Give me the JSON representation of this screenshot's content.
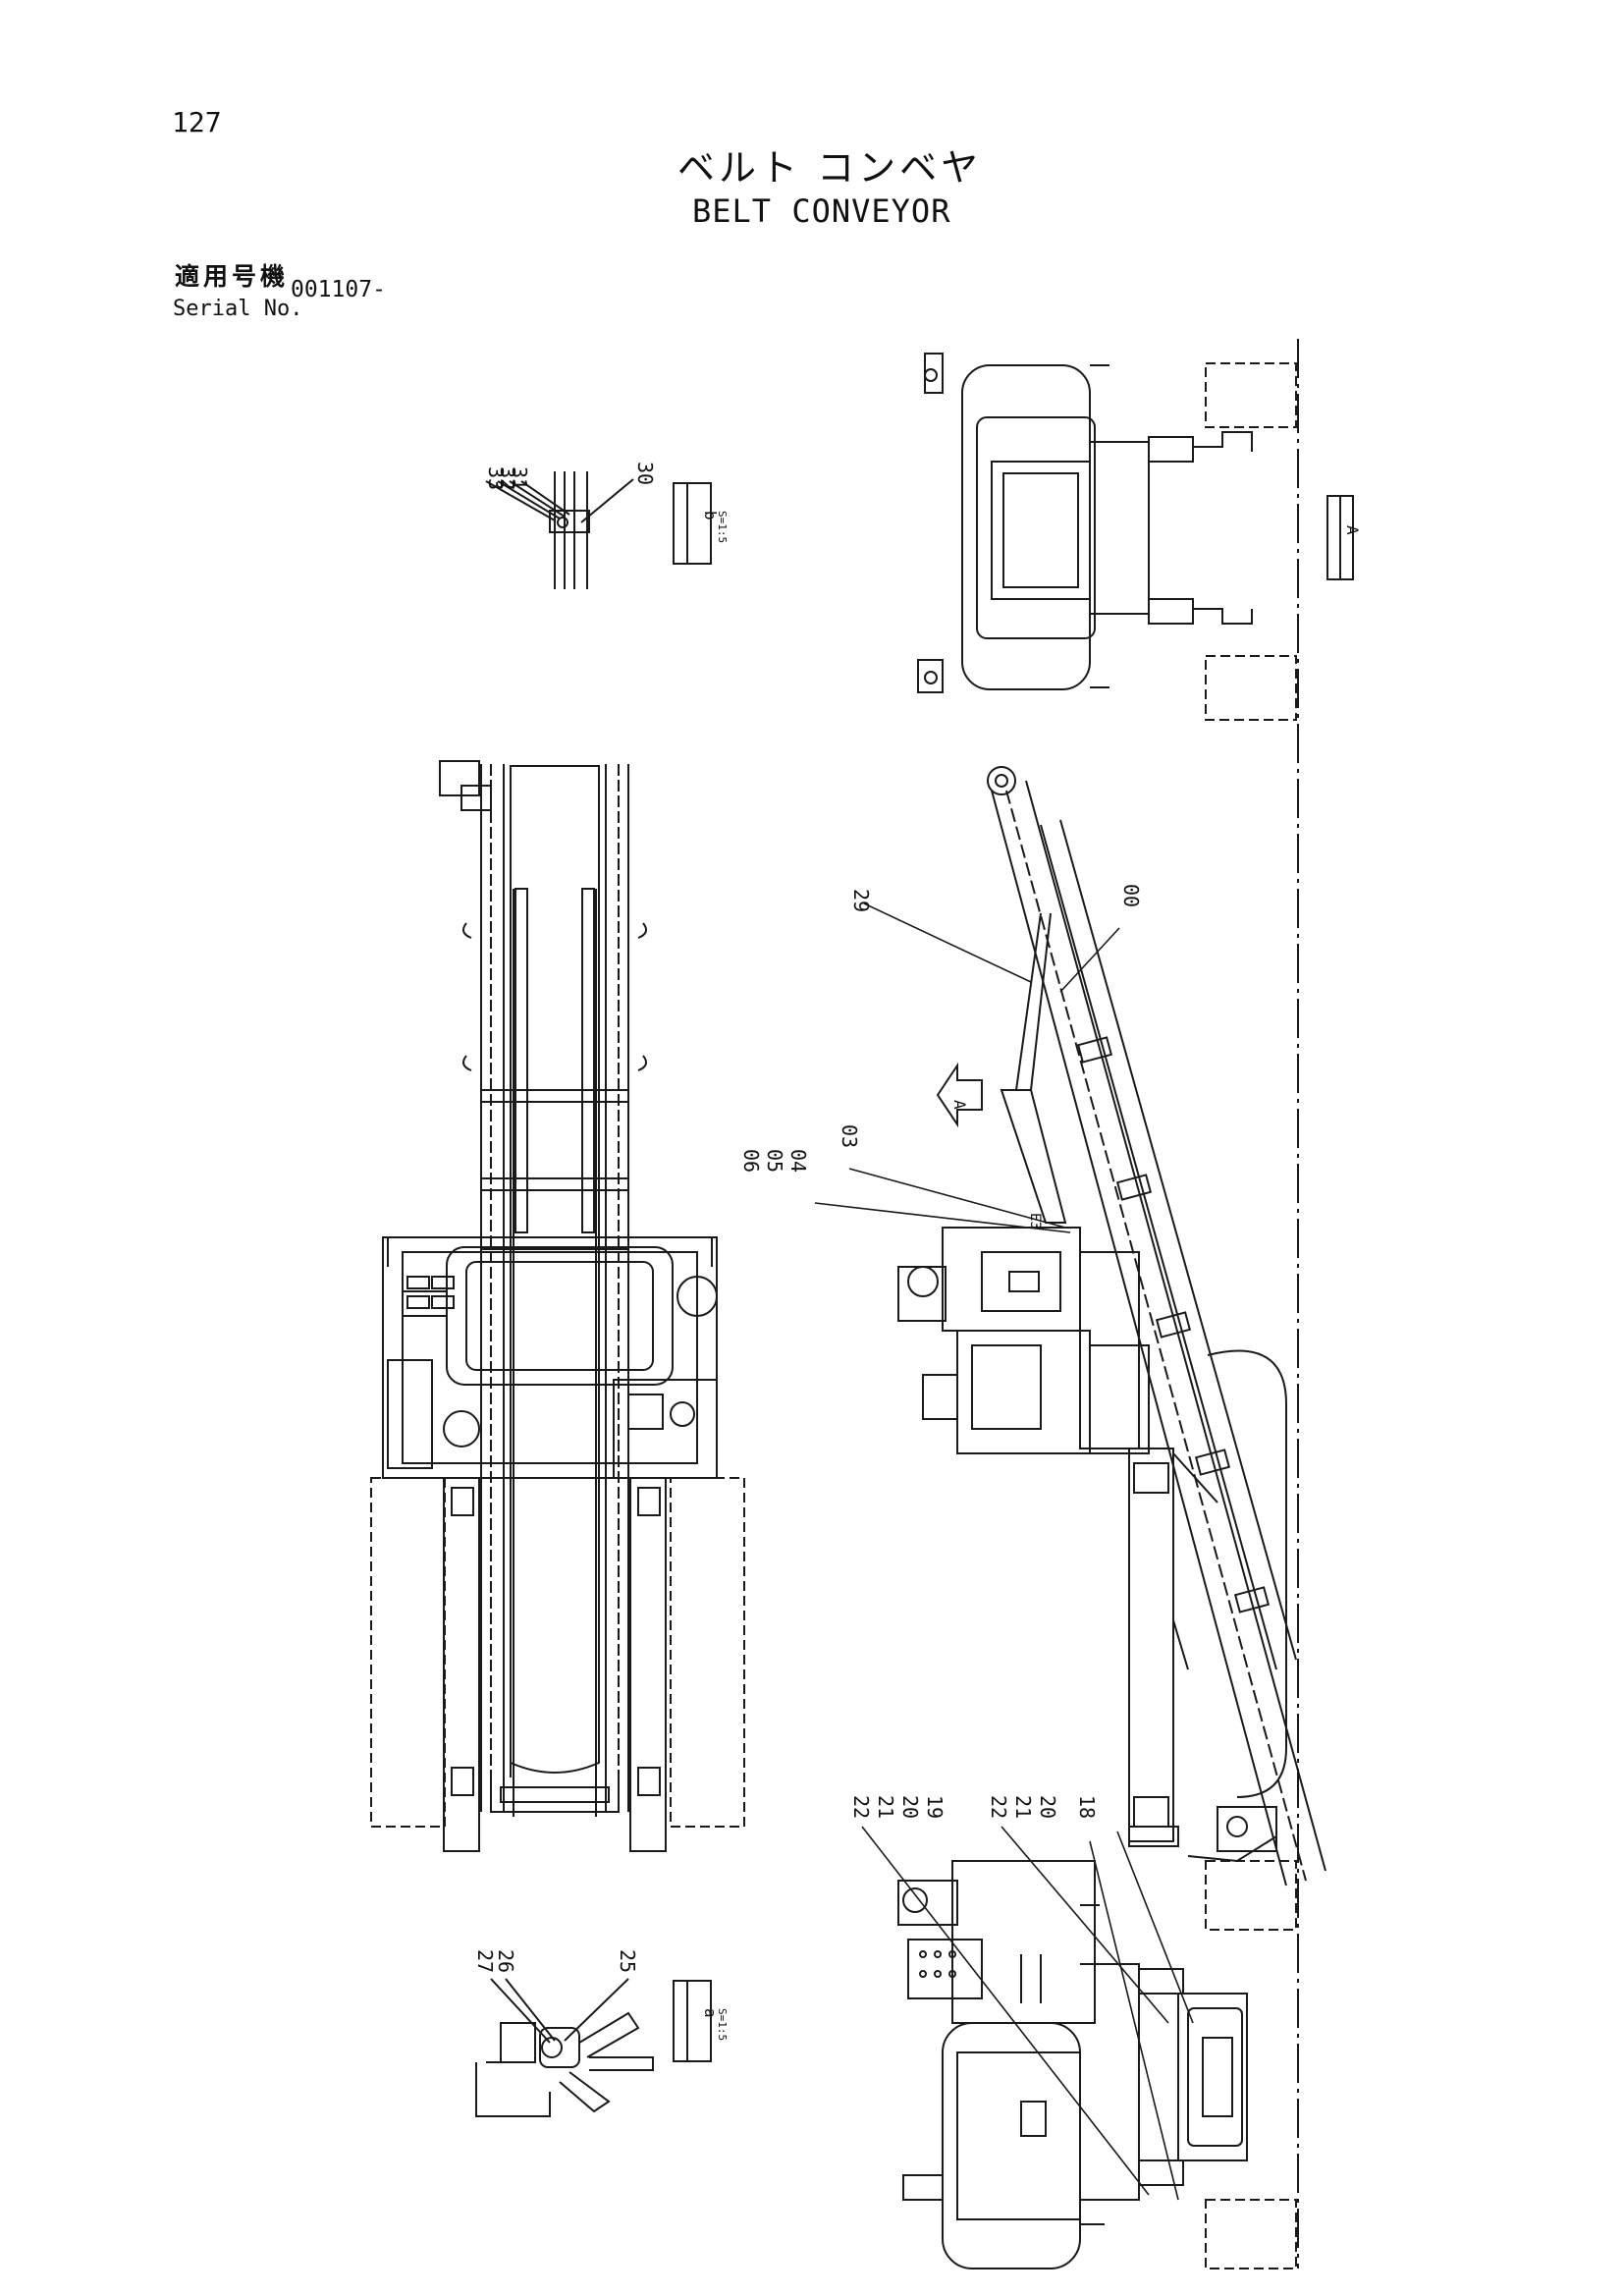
{
  "page": {
    "number": "127"
  },
  "title": {
    "jp": "ベルト コンベヤ",
    "en": "BELT CONVEYOR"
  },
  "serial": {
    "label_jp": "適用号機",
    "label_en": "Serial No.",
    "value": "001107-"
  },
  "callouts": {
    "c00": "00",
    "c03": "03",
    "c04": "04",
    "c05": "05",
    "c06": "06",
    "c18": "18",
    "c19": "19",
    "c20": "20",
    "c21": "21",
    "c22": "22",
    "c25": "25",
    "c26": "26",
    "c27": "27",
    "c29": "29",
    "c30": "30",
    "c31": "31",
    "c32": "32",
    "c33": "33"
  },
  "views": {
    "view_a": "A",
    "view_arrow": "A",
    "detail_b": "b",
    "detail_a": "a",
    "detail_scale": "S=1:5",
    "label_e3": "E3"
  }
}
